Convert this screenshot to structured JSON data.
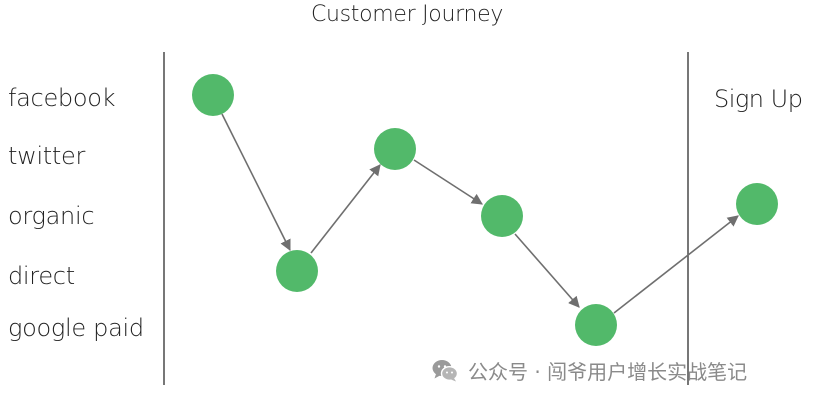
{
  "title": "Customer Journey",
  "channels": [
    "facebook",
    "twitter",
    "organic",
    "direct",
    "google paid"
  ],
  "destination": "Sign Up",
  "journey_steps": [
    {
      "step": 1,
      "channel": "facebook"
    },
    {
      "step": 2,
      "channel": "direct"
    },
    {
      "step": 3,
      "channel": "twitter"
    },
    {
      "step": 4,
      "channel": "organic"
    },
    {
      "step": 5,
      "channel": "google paid"
    },
    {
      "step": 6,
      "channel": "Sign Up"
    }
  ],
  "watermark": "公众号 · 闯爷用户增长实战笔记",
  "colors": {
    "node": "#52b96a",
    "arrow": "#6f6f6f",
    "divider": "#555555",
    "watermark": "#8a8a8a"
  }
}
